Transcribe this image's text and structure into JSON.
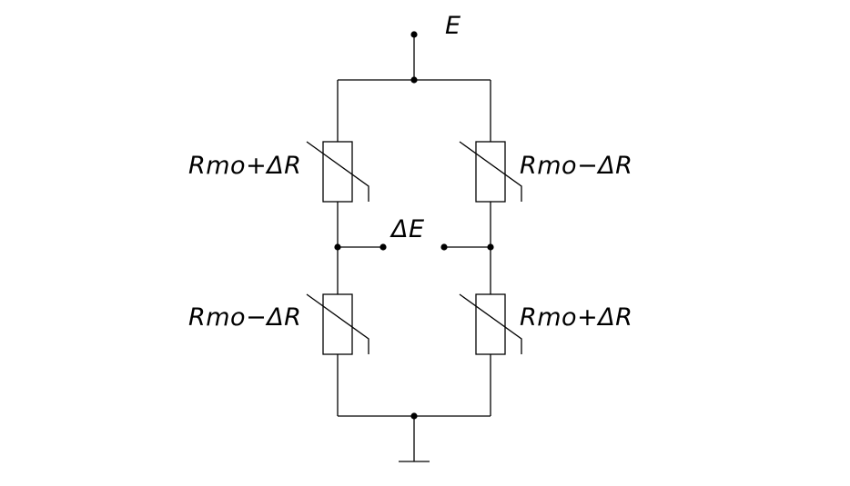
{
  "diagram": {
    "supply_label": "E",
    "output_label": "ΔE",
    "resistors": {
      "top_left": "Rmo+ΔR",
      "top_right": "Rmo−ΔR",
      "bottom_left": "Rmo−ΔR",
      "bottom_right": "Rmo+ΔR"
    }
  },
  "colors": {
    "line": "#000000",
    "background": "#ffffff"
  }
}
